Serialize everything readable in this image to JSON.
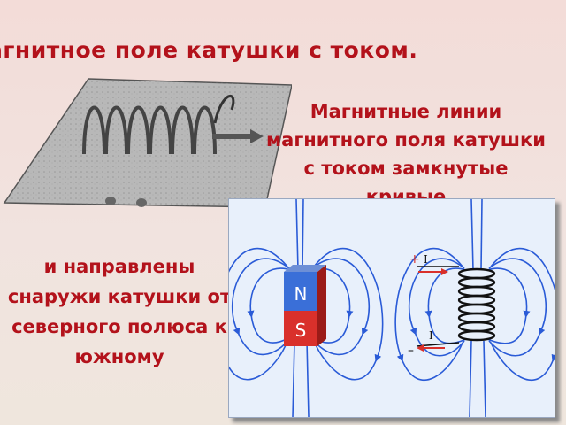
{
  "title": "агнитное поле катушки с током.",
  "caption_right": "Магнитные линии магнитного поля катушки с током замкнутые кривые",
  "caption_left": "и направлены снаружи катушки от северного полюса к южному",
  "magnet": {
    "north_label": "N",
    "south_label": "S"
  },
  "solenoid": {
    "plus_sign": "+",
    "minus_sign": "–",
    "current_top": "I",
    "current_bottom": "I"
  },
  "colors": {
    "caption": "#b3121b",
    "field_line": "#2a5bd7",
    "magnet_north": "#3a6fd8",
    "magnet_south": "#d9302b"
  }
}
